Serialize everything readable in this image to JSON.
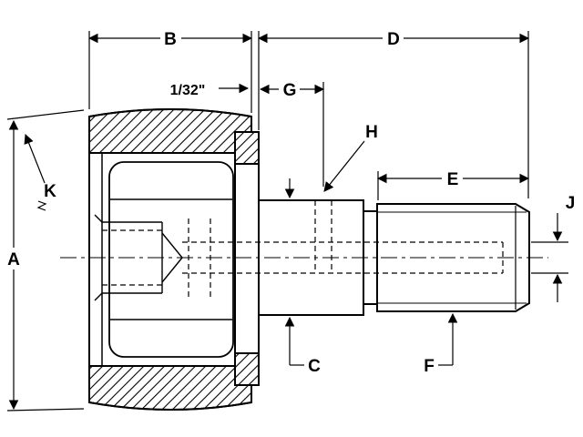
{
  "colors": {
    "background": "#ffffff",
    "line": "#000000"
  },
  "drawing": {
    "labels": {
      "dim_a": "A",
      "dim_b": "B",
      "dim_c": "C",
      "dim_d": "D",
      "dim_e": "E",
      "dim_f": "F",
      "dim_g": "G",
      "dim_h": "H",
      "dim_j": "J",
      "dim_k": "K",
      "gap": "1/32\""
    }
  }
}
